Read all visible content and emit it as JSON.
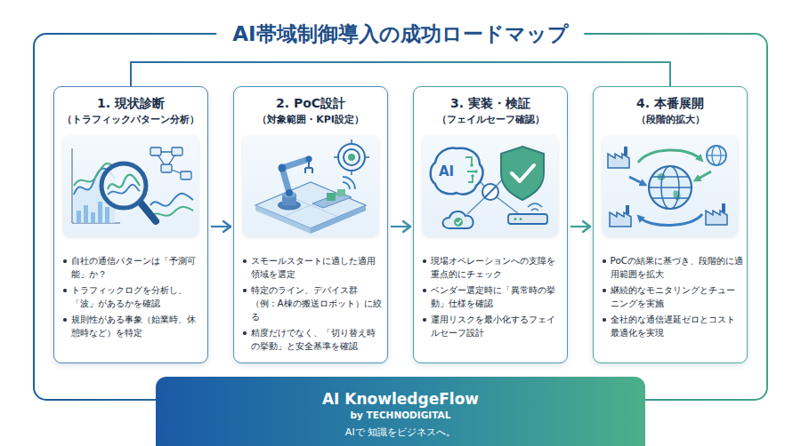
{
  "diagram": {
    "title": "AI帯域制御導入の成功ロードマップ",
    "nodes": [
      {
        "text": [
          "1. 現状診断",
          "（トラフィックパターン分析）",
          "自社の通信パターンは「予測可能」か？",
          "トラフィックログを分析し、「波」があるかを確認",
          "規則性がある事象（始業時、休憩時など）を特定"
        ]
      },
      {
        "text": [
          "2. PoC設計",
          "（対象範囲・KPI設定）",
          "スモールスタートに適した適用領域を選定",
          "特定のライン、デバイス群（例：A棟の搬送ロボット）に絞る",
          "精度だけでなく、「切り替え時の挙動」と安全基準を確認"
        ]
      },
      {
        "text": [
          "3. 実装・検証",
          "（フェイルセーフ確認）",
          "現場オペレーションへの支障を重点的にチェック",
          "ベンダー選定時に「異常時の挙動」仕様を確認",
          "運用リスクを最小化するフェイルセーフ設計"
        ]
      },
      {
        "text": [
          "4. 本番展開",
          "（段階的拡大）",
          "PoCの結果に基づき、段階的に適用範囲を拡大",
          "継続的なモニタリングとチューニングを実施",
          "全社的な通信遅延ゼロとコスト最適化を実現"
        ]
      },
      {
        "text": [
          "AI KnowledgeFlow",
          "by TECHNODIGITAL",
          "AIで 知識をビジネスへ。"
        ]
      }
    ],
    "edges": [
      {
        "from": 0,
        "to": 1,
        "arrow": "to"
      },
      {
        "from": 1,
        "to": 2,
        "arrow": "to"
      },
      {
        "from": 2,
        "to": 3,
        "arrow": "to"
      },
      {
        "from": 0,
        "to": 3,
        "arrow": "none"
      }
    ],
    "labels": [
      "AI"
    ]
  }
}
